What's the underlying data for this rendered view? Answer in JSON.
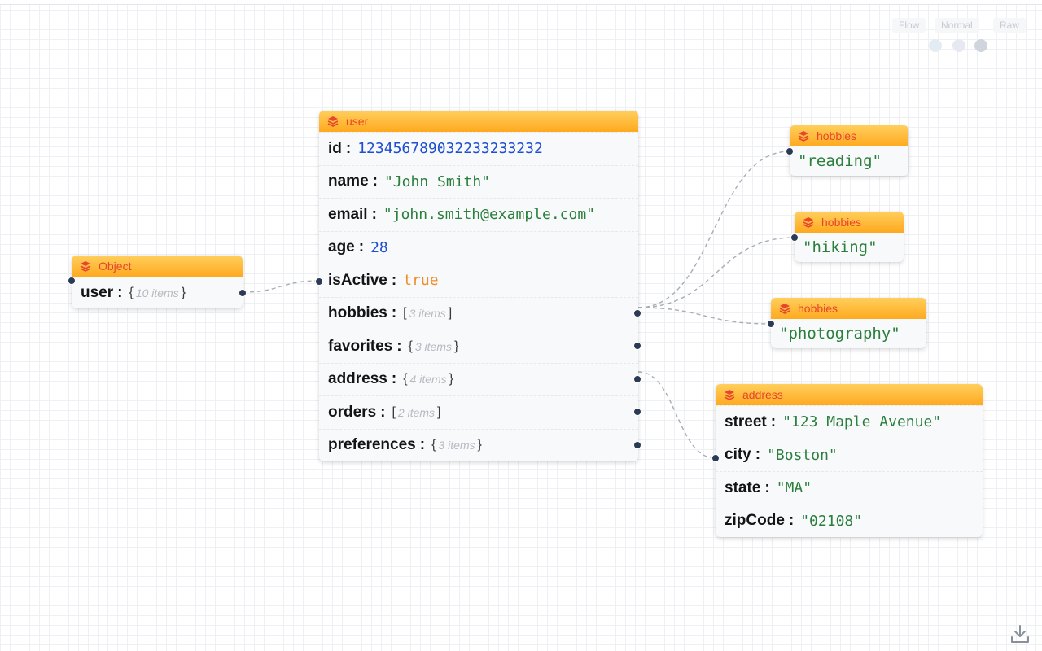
{
  "view_controls": {
    "buttons": [
      "Flow",
      "Normal",
      "Raw"
    ],
    "dots": [
      {
        "color": "#e4ecf3",
        "name": "light"
      },
      {
        "color": "#e6e9f2",
        "name": "medium"
      },
      {
        "color": "#cfd4dd",
        "name": "dark"
      }
    ]
  },
  "nodes": {
    "root": {
      "title": "Object",
      "rows": [
        {
          "key": "user",
          "open": "{",
          "count": "10 items",
          "close": "}"
        }
      ]
    },
    "user": {
      "title": "user",
      "rows": [
        {
          "key": "id",
          "value": "12345678903223323323​2"
        },
        {
          "key": "name",
          "value": "\"John Smith\""
        },
        {
          "key": "email",
          "value": "\"john.smith@example.com\""
        },
        {
          "key": "age",
          "value": "28"
        },
        {
          "key": "isActive",
          "value": "true"
        },
        {
          "key": "hobbies",
          "open": "[",
          "count": "3 items",
          "close": "]"
        },
        {
          "key": "favorites",
          "open": "{",
          "count": "3 items",
          "close": "}"
        },
        {
          "key": "address",
          "open": "{",
          "count": "4 items",
          "close": "}"
        },
        {
          "key": "orders",
          "open": "[",
          "count": "2 items",
          "close": "]"
        },
        {
          "key": "preferences",
          "open": "{",
          "count": "3 items",
          "close": "}"
        }
      ]
    },
    "hobbies": [
      {
        "title": "hobbies",
        "value": "\"reading\""
      },
      {
        "title": "hobbies",
        "value": "\"hiking\""
      },
      {
        "title": "hobbies",
        "value": "\"photography\""
      }
    ],
    "address": {
      "title": "address",
      "rows": [
        {
          "key": "street",
          "value": "\"123 Maple Avenue\""
        },
        {
          "key": "city",
          "value": "\"Boston\""
        },
        {
          "key": "state",
          "value": "\"MA\""
        },
        {
          "key": "zipCode",
          "value": "\"02108\""
        }
      ]
    }
  },
  "colors": {
    "header_top": "#ffcf5c",
    "header_bottom": "#ffa91f",
    "header_text": "#e8452e",
    "string": "#2a7f3c",
    "number": "#1f4fd1",
    "boolean": "#f08d2a"
  },
  "icons": {
    "node_icon": "layers-icon",
    "download": "download-icon"
  }
}
